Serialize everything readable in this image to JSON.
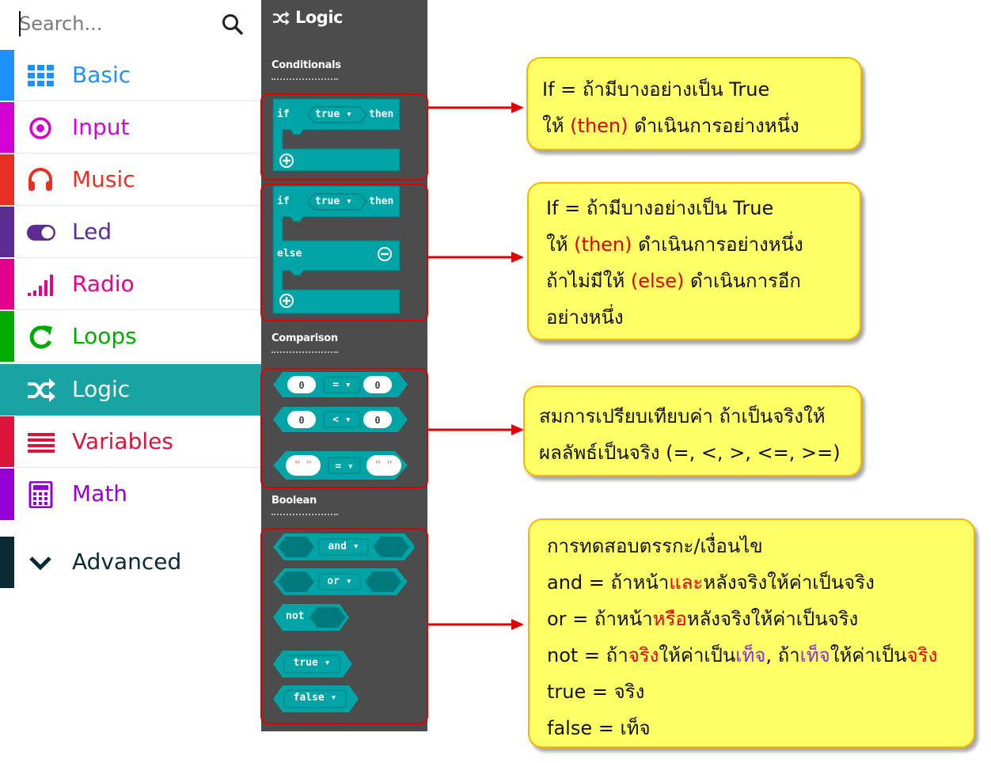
{
  "search": {
    "placeholder": "Search..."
  },
  "categories": [
    {
      "label": "Basic",
      "color": "#1e90ff",
      "icon": "grid-icon"
    },
    {
      "label": "Input",
      "color": "#d400d4",
      "icon": "target-icon"
    },
    {
      "label": "Music",
      "color": "#e63022",
      "icon": "headphones-icon"
    },
    {
      "label": "Led",
      "color": "#5c2d91",
      "icon": "toggle-icon"
    },
    {
      "label": "Radio",
      "color": "#e3008c",
      "icon": "signal-bars-icon"
    },
    {
      "label": "Loops",
      "color": "#00aa00",
      "icon": "refresh-icon"
    },
    {
      "label": "Logic",
      "color": "#00a4a6",
      "icon": "shuffle-icon"
    },
    {
      "label": "Variables",
      "color": "#dc143c",
      "icon": "list-icon"
    },
    {
      "label": "Math",
      "color": "#9400d3",
      "icon": "calculator-icon"
    },
    {
      "label": "Advanced",
      "color": "#0b2a33",
      "icon": "chevron-down-icon"
    }
  ],
  "palette": {
    "title": "Logic",
    "sections": {
      "conditionals": "Conditionals",
      "comparison": "Comparison",
      "boolean": "Boolean"
    },
    "if_block": {
      "if": "if",
      "cond": "true ▾",
      "then": "then"
    },
    "if_else_block": {
      "if": "if",
      "cond": "true ▾",
      "then": "then",
      "else": "else"
    },
    "compare": [
      {
        "left": "0",
        "op": "= ▾",
        "right": "0"
      },
      {
        "left": "0",
        "op": "< ▾",
        "right": "0"
      },
      {
        "left": "\" \"",
        "op": "= ▾",
        "right": "\" \""
      }
    ],
    "boolean": {
      "and": "and ▾",
      "or": "or ▾",
      "not": "not",
      "true": "true ▾",
      "false": "false ▾"
    }
  },
  "callouts": {
    "if_then": {
      "line1": "If = ถ้ามีบางอย่างเป็น True",
      "line2_a": "ให้ ",
      "line2_b": "(then)",
      "line2_c": " ดำเนินการอย่างหนึ่ง"
    },
    "if_else": {
      "line1": "If = ถ้ามีบางอย่างเป็น True",
      "line2_a": "ให้ ",
      "line2_b": "(then)",
      "line2_c": " ดำเนินการอย่างหนึ่ง",
      "line3_a": "ถ้าไม่มีให้ ",
      "line3_b": "(else)",
      "line3_c": " ดำเนินการอีก",
      "line4": "อย่างหนึ่ง"
    },
    "comparison": {
      "line1": "สมการเปรียบเทียบค่า ถ้าเป็นจริงให้",
      "line2": "ผลลัพธ์เป็นจริง (=, <, >, <=, >=)"
    },
    "boolean": {
      "line1": "การทดสอบตรรกะ/เงื่อนไข",
      "and_a": "and = ถ้าหน้า",
      "and_b": "และ",
      "and_c": "หลังจริงให้ค่าเป็นจริง",
      "or_a": "or   = ถ้าหน้า",
      "or_b": "หรือ",
      "or_c": "หลังจริงให้ค่าเป็นจริง",
      "not_a": "not = ถ้า",
      "not_b": "จริง",
      "not_c": "ให้ค่าเป็น",
      "not_d": "เท็จ",
      "not_e": ", ถ้า",
      "not_f": "เท็จ",
      "not_g": "ให้ค่าเป็น",
      "not_h": "จริง",
      "true_line": "true = จริง",
      "false_line": "false = เท็จ"
    }
  }
}
